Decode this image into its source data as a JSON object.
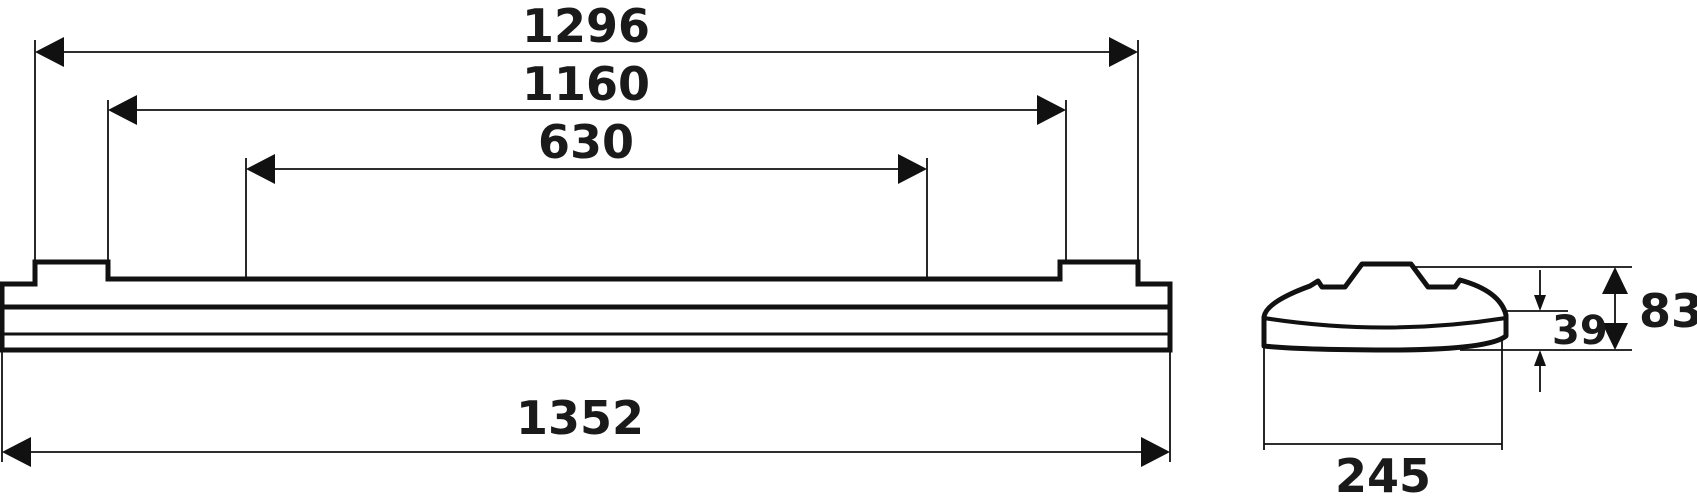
{
  "dimensions": {
    "overall_top_width": "1296",
    "mounting_width": "1160",
    "inner_width": "630",
    "overall_length": "1352",
    "section_width": "245",
    "section_height": "83",
    "section_partial_height": "39"
  }
}
